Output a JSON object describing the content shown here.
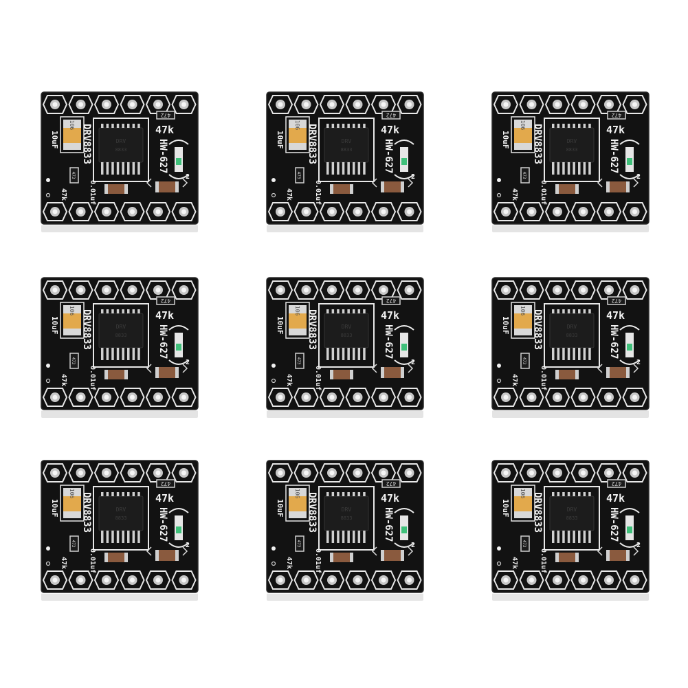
{
  "scene": {
    "description_free": true,
    "board": {
      "chip_label": "DRV8833",
      "model_label": "HW-627",
      "resistor_value_label": "47k",
      "resistor_value_label_small": "47k",
      "cap_label": "10uF",
      "cap_label_small": "0.01uf",
      "cap_marking": "106",
      "resistor_marking": "472",
      "small_resistor_marking": "473",
      "pin_number_label": "2"
    },
    "colors": {
      "pcb": "#121212",
      "pcb_edge": "#e6e6e6",
      "silkscreen": "#f2f2f2",
      "tantalum_cap": "#e2a94c",
      "ceramic_cap": "#8a5a3e",
      "led_green": "#3fc07a",
      "pad": "#c8c8c8"
    },
    "grid": {
      "rows": 3,
      "cols": 3,
      "count": 9
    },
    "icons": {
      "chip": "ic-chip-icon",
      "capacitor": "capacitor-icon",
      "resistor": "resistor-icon",
      "led": "led-icon",
      "pin_header": "pin-hole-icon"
    }
  }
}
